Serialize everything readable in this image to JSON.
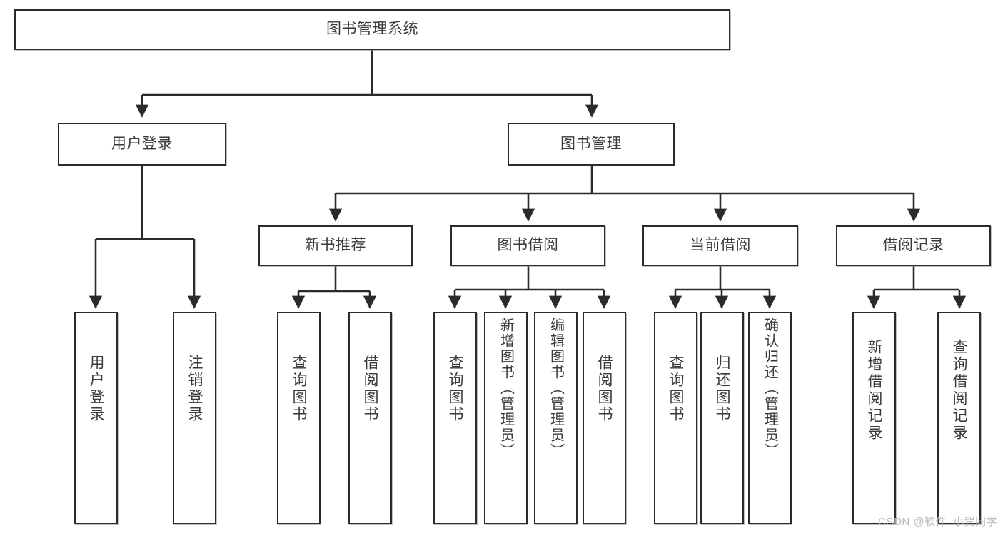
{
  "diagram": {
    "title": "图书管理系统",
    "type": "tree",
    "root": {
      "id": "root",
      "label": "图书管理系统"
    },
    "level1": [
      {
        "id": "user-login",
        "label": "用户登录"
      },
      {
        "id": "book-management",
        "label": "图书管理"
      }
    ],
    "level2": [
      {
        "id": "new-book-recommend",
        "label": "新书推荐",
        "parent": "book-management"
      },
      {
        "id": "book-borrow",
        "label": "图书借阅",
        "parent": "book-management"
      },
      {
        "id": "current-borrow",
        "label": "当前借阅",
        "parent": "book-management"
      },
      {
        "id": "borrow-record",
        "label": "借阅记录",
        "parent": "book-management"
      }
    ],
    "leaves": {
      "user_login": [
        {
          "id": "leaf-user-login",
          "label": "用户登录"
        },
        {
          "id": "leaf-logout-login",
          "label": "注销登录"
        }
      ],
      "new_book_recommend": [
        {
          "id": "leaf-query-book-1",
          "label": "查询图书"
        },
        {
          "id": "leaf-borrow-book-1",
          "label": "借阅图书"
        }
      ],
      "book_borrow": [
        {
          "id": "leaf-query-book-2",
          "label": "查询图书"
        },
        {
          "id": "leaf-add-book",
          "label": "新增图书（管理员）"
        },
        {
          "id": "leaf-edit-book",
          "label": "编辑图书（管理员）"
        },
        {
          "id": "leaf-borrow-book-2",
          "label": "借阅图书"
        }
      ],
      "current_borrow": [
        {
          "id": "leaf-query-book-3",
          "label": "查询图书"
        },
        {
          "id": "leaf-return-book",
          "label": "归还图书"
        },
        {
          "id": "leaf-confirm-return",
          "label": "确认归还（管理员）"
        }
      ],
      "borrow_record": [
        {
          "id": "leaf-add-record",
          "label": "新增借阅记录"
        },
        {
          "id": "leaf-query-record",
          "label": "查询借阅记录"
        }
      ]
    }
  },
  "watermark": {
    "text": "CSDN @软件_小贺同学"
  },
  "colors": {
    "border": "#2b2b2b",
    "text": "#3a3a3a",
    "background": "#ffffff",
    "watermark": "#b9b9b9"
  }
}
